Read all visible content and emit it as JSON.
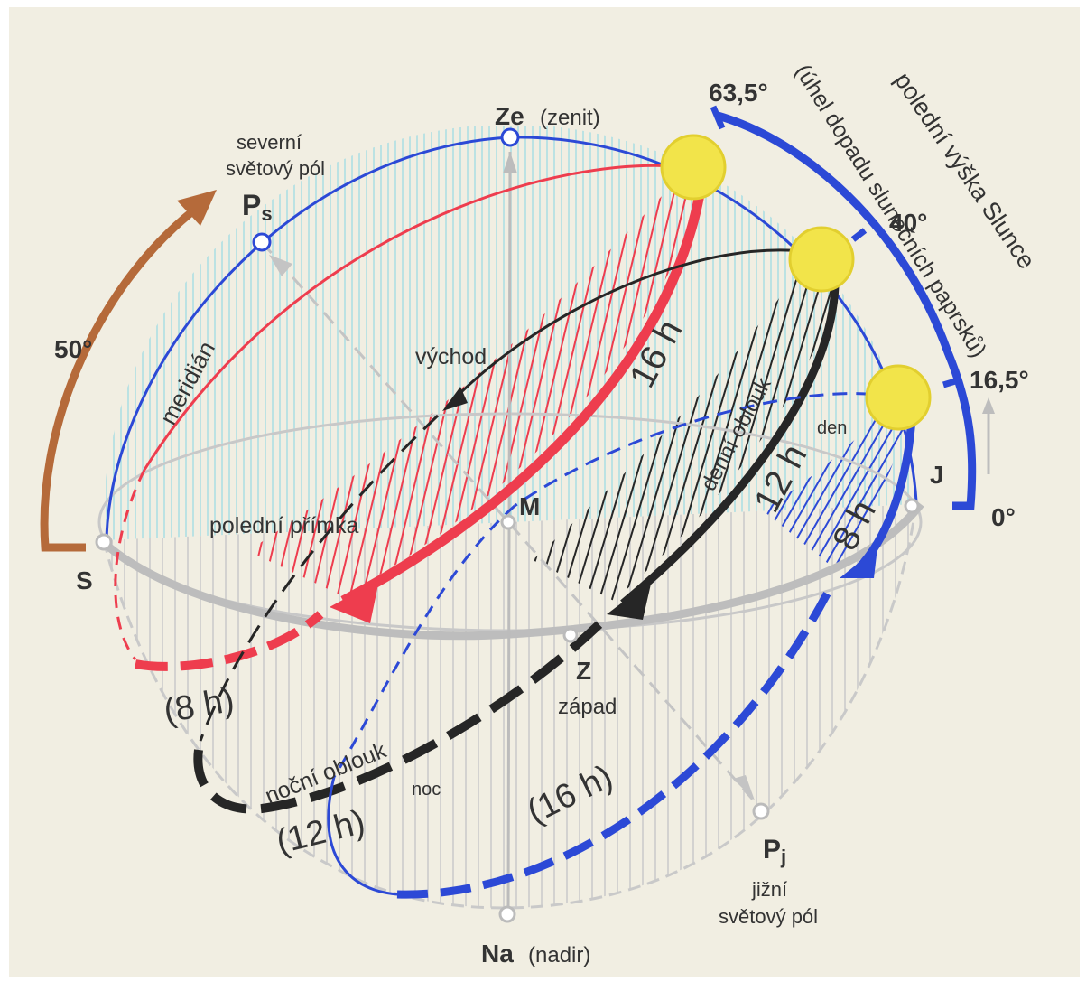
{
  "colors": {
    "paper": "#f1eee2",
    "blue": "#2c49d6",
    "red": "#ee3d4e",
    "black": "#262626",
    "brown": "#b56a3a",
    "sun": "#f2e44a",
    "grey": "#b8b8b8",
    "cyan_hatch": "#a9dde3"
  },
  "labels": {
    "zenith_letter": "Ze",
    "zenith_word": "(zenit)",
    "north_pole_line1": "severní",
    "north_pole_line2": "světový pól",
    "north_pole_letter": "P",
    "north_pole_sub": "s",
    "meridian": "meridián",
    "latitude": "50°",
    "south_point": "S",
    "center": "M",
    "east": "východ",
    "noon_line": "polední přímka",
    "west_letter": "Z",
    "west_word": "západ",
    "south_dir": "J",
    "nadir_letter": "Na",
    "nadir_word": "(nadir)",
    "south_pole_letter": "P",
    "south_pole_sub": "j",
    "south_pole_line1": "jižní",
    "south_pole_line2": "světový pól",
    "day_arc": "denní oblouk",
    "night_arc": "noční oblouk",
    "day_word": "den",
    "night_word": "noc",
    "summer_day_hours": "16 h",
    "equinox_day_hours": "12 h",
    "winter_day_hours": "8 h",
    "summer_night_hours": "(8 h)",
    "equinox_night_hours": "(12 h)",
    "winter_night_hours": "(16 h)",
    "angle_max": "63,5°",
    "angle_mid": "40°",
    "angle_min": "16,5°",
    "angle_zero": "0°",
    "noon_altitude_title": "polední výška Slunce",
    "noon_altitude_sub": "(úhel dopadu slunečních paprsků)"
  }
}
